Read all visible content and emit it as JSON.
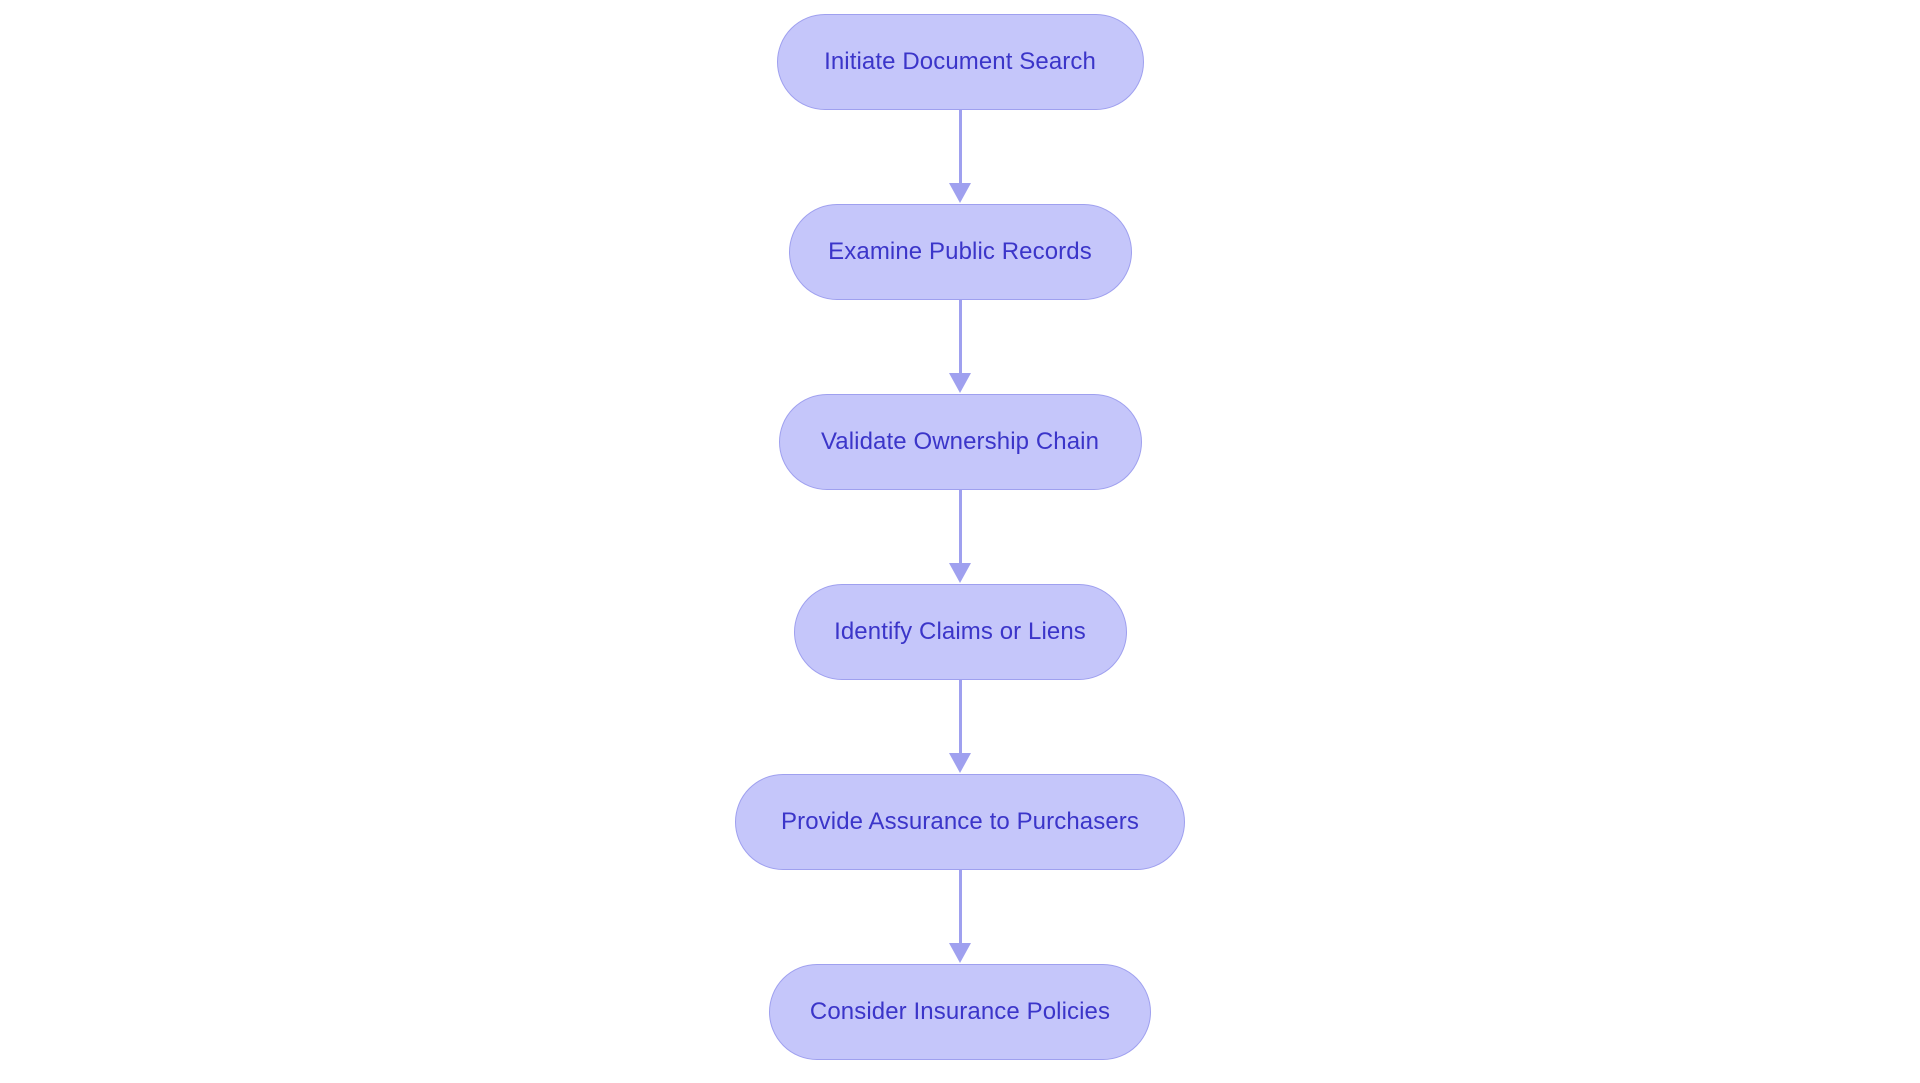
{
  "diagram": {
    "type": "flowchart",
    "orientation": "vertical-top-to-bottom",
    "background_color": "#ffffff",
    "node_fill_color": "#c5c6fa",
    "node_border_color": "#9fa0ef",
    "node_text_color": "#3b35c9",
    "connector_color": "#9fa0ef",
    "node_shape": "pill",
    "nodes": [
      {
        "id": "step-1",
        "label": "Initiate Document Search"
      },
      {
        "id": "step-2",
        "label": "Examine Public Records"
      },
      {
        "id": "step-3",
        "label": "Validate Ownership Chain"
      },
      {
        "id": "step-4",
        "label": "Identify Claims or Liens"
      },
      {
        "id": "step-5",
        "label": "Provide Assurance to Purchasers"
      },
      {
        "id": "step-6",
        "label": "Consider Insurance Policies"
      }
    ],
    "edges": [
      {
        "from": "step-1",
        "to": "step-2",
        "arrow": "down-arrow"
      },
      {
        "from": "step-2",
        "to": "step-3",
        "arrow": "down-arrow"
      },
      {
        "from": "step-3",
        "to": "step-4",
        "arrow": "down-arrow"
      },
      {
        "from": "step-4",
        "to": "step-5",
        "arrow": "down-arrow"
      },
      {
        "from": "step-5",
        "to": "step-6",
        "arrow": "down-arrow"
      }
    ]
  }
}
